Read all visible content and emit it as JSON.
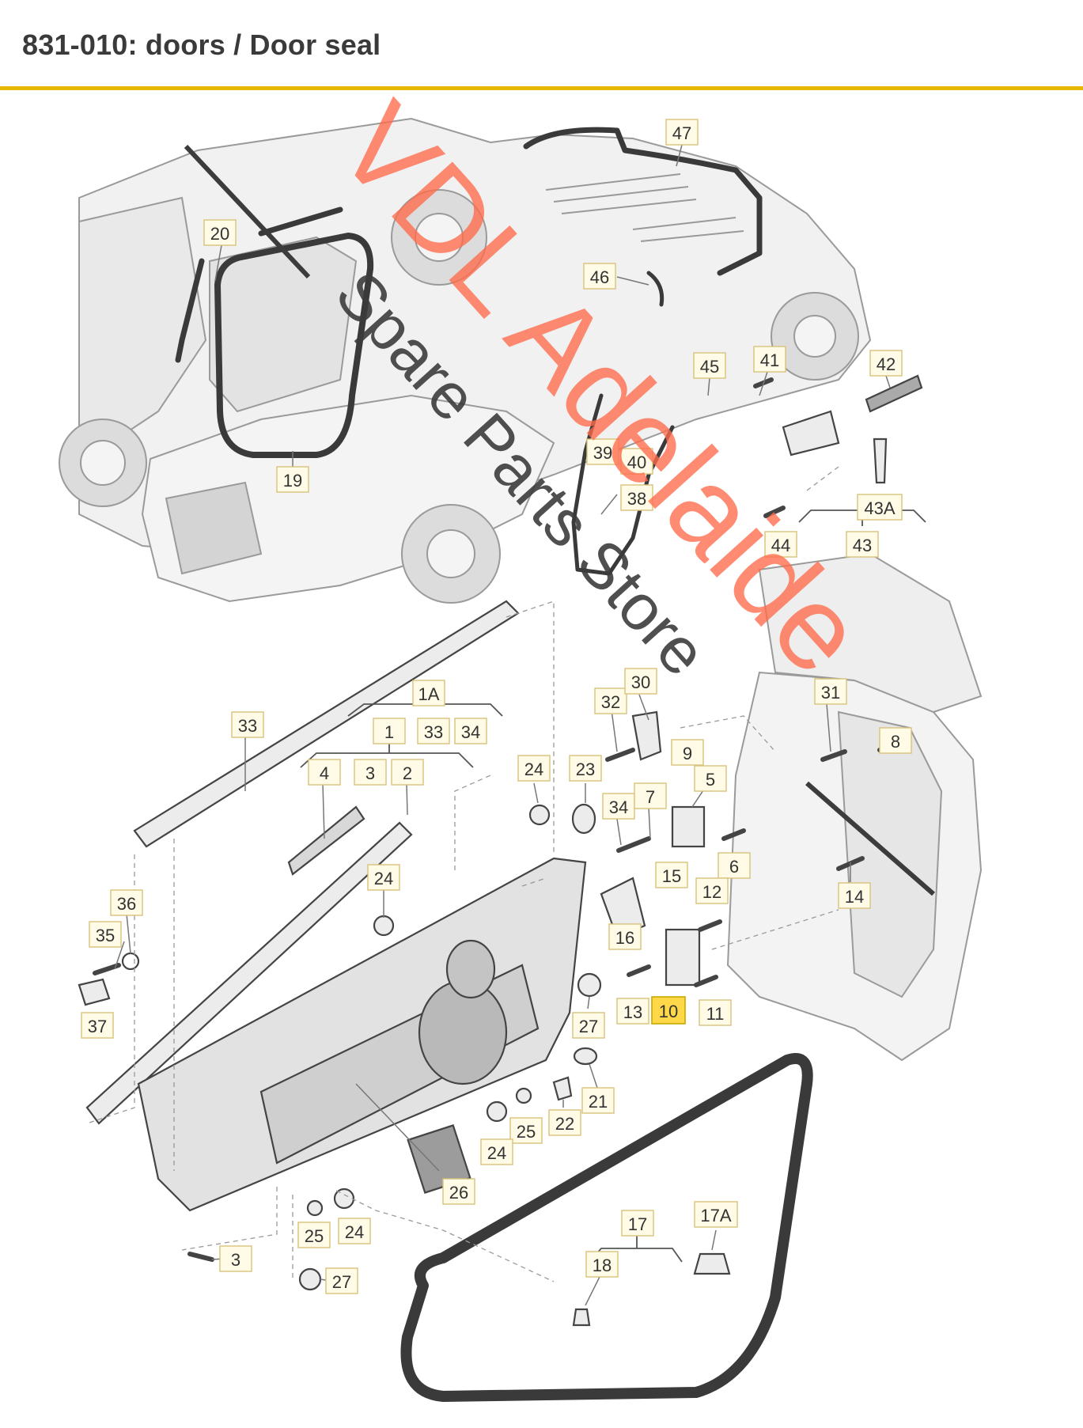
{
  "header": {
    "title": "831-010: doors / Door seal"
  },
  "colors": {
    "accent_rule": "#e6b800",
    "highlight": "#ffd84a",
    "watermark_red": "#ff6a4a"
  },
  "watermark": {
    "line1": "VDL Adelaide",
    "line2": "Spare Parts Store"
  },
  "callouts": {
    "c20": "20",
    "c19": "19",
    "c47": "47",
    "c46": "46",
    "c45": "45",
    "c41": "41",
    "c42": "42",
    "c39": "39",
    "c40": "40",
    "c38": "38",
    "c43A": "43A",
    "c44": "44",
    "c43": "43",
    "c1A": "1A",
    "c1": "1",
    "c33a": "33",
    "c34a": "34",
    "c33": "33",
    "c4": "4",
    "c3a": "3",
    "c2": "2",
    "c24a": "24",
    "c23": "23",
    "c32": "32",
    "c30": "30",
    "c31": "31",
    "c8": "8",
    "c9": "9",
    "c5": "5",
    "c34b": "34",
    "c7": "7",
    "c6": "6",
    "c15": "15",
    "c12": "12",
    "c14": "14",
    "c24b": "24",
    "c36": "36",
    "c35": "35",
    "c37": "37",
    "c16": "16",
    "c13": "13",
    "c10": "10",
    "c11": "11",
    "c27a": "27",
    "c21": "21",
    "c22": "22",
    "c25a": "25",
    "c24c": "24",
    "c26": "26",
    "c17A": "17A",
    "c17": "17",
    "c18": "18",
    "c25b": "25",
    "c24d": "24",
    "c3b": "3",
    "c27b": "27"
  }
}
